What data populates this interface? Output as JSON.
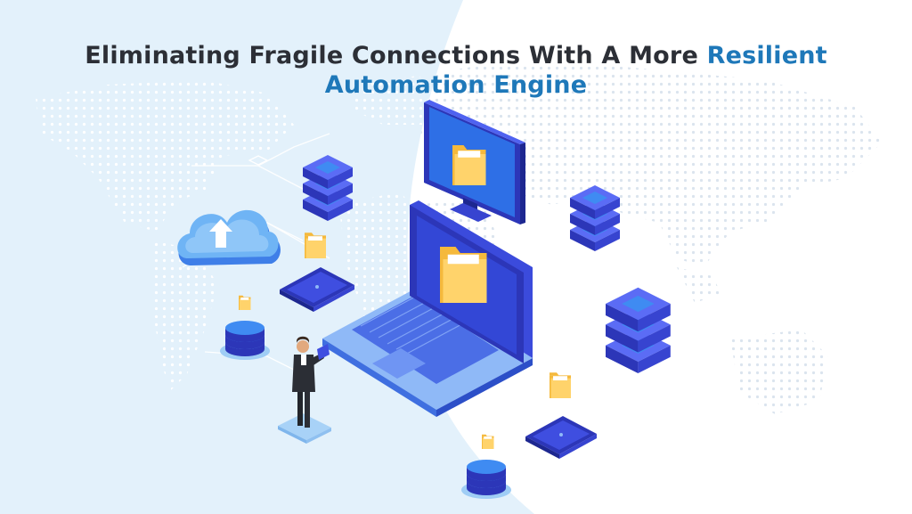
{
  "headline": {
    "lead": "Eliminating Fragile Connections With A More",
    "accent_line1": "Resilient",
    "accent_line2": "Automation Engine"
  },
  "colors": {
    "background_left": "#e3f1fb",
    "background_right": "#ffffff",
    "title_dark": "#2c2f36",
    "title_accent": "#1e78b9",
    "device_blue": "#3b4bdc",
    "screen_blue": "#2e6fe6",
    "folder_yellow": "#ffd36b",
    "cloud_blue": "#5aa8f0"
  },
  "icons": [
    "world-map-dots",
    "cloud-upload-icon",
    "server-stack-icon",
    "desktop-monitor-icon",
    "laptop-icon",
    "folder-icon",
    "tablet-icon",
    "database-disk-icon",
    "businessman-figure"
  ]
}
